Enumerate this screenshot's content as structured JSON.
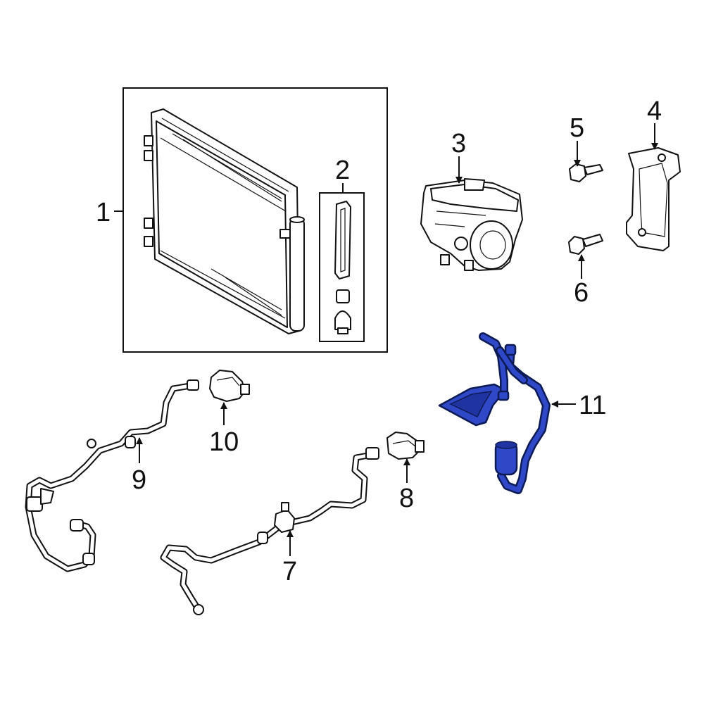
{
  "diagram": {
    "callouts": [
      {
        "id": "1",
        "label": "1"
      },
      {
        "id": "2",
        "label": "2"
      },
      {
        "id": "3",
        "label": "3"
      },
      {
        "id": "4",
        "label": "4"
      },
      {
        "id": "5",
        "label": "5"
      },
      {
        "id": "6",
        "label": "6"
      },
      {
        "id": "7",
        "label": "7"
      },
      {
        "id": "8",
        "label": "8"
      },
      {
        "id": "9",
        "label": "9"
      },
      {
        "id": "10",
        "label": "10"
      },
      {
        "id": "11",
        "label": "11"
      }
    ],
    "colors": {
      "line": "#111111",
      "highlight": "#2f48c8",
      "highlight_outline": "#0c1a55",
      "background": "#ffffff"
    }
  }
}
